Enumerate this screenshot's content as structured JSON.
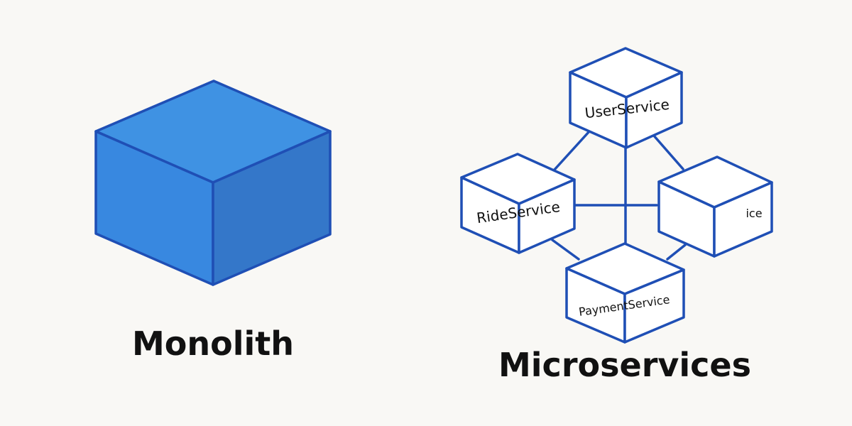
{
  "colors": {
    "background": "#f9f8f5",
    "stroke": "#1f4fb5",
    "monolith_top": "#3f92e3",
    "monolith_left": "#3888e0",
    "monolith_right": "#3477c9",
    "service_fill": "#ffffff",
    "text": "#111111"
  },
  "monolith": {
    "caption": "Monolith",
    "icon": "cube-icon"
  },
  "microservices": {
    "caption": "Microservices",
    "services": [
      {
        "label": "UserService"
      },
      {
        "label": "RideService"
      },
      {
        "label": "ice"
      },
      {
        "label": "PaymentService"
      }
    ],
    "connections": [
      [
        "UserService",
        "RideService"
      ],
      [
        "UserService",
        "ice"
      ],
      [
        "UserService",
        "PaymentService"
      ],
      [
        "RideService",
        "ice"
      ],
      [
        "RideService",
        "PaymentService"
      ],
      [
        "ice",
        "PaymentService"
      ]
    ]
  }
}
